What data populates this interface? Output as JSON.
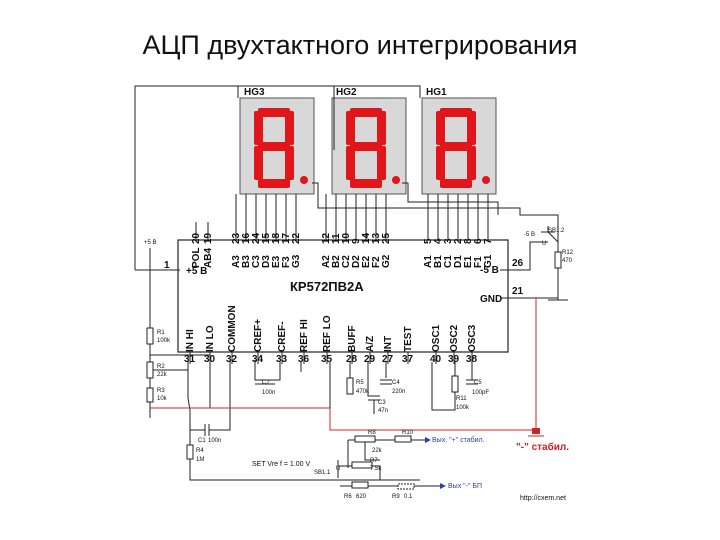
{
  "title": "АЦП двухтактного интегрирования",
  "displays": [
    {
      "label": "HG3",
      "pins": [
        "23",
        "16",
        "24",
        "15",
        "18",
        "17",
        "22"
      ],
      "signals": [
        "A3",
        "B3",
        "C3",
        "D3",
        "E3",
        "F3",
        "G3"
      ]
    },
    {
      "label": "HG2",
      "pins": [
        "12",
        "11",
        "10",
        "9",
        "14",
        "13",
        "25"
      ],
      "signals": [
        "A2",
        "B2",
        "C2",
        "D2",
        "E2",
        "F2",
        "G2"
      ]
    },
    {
      "label": "HG1",
      "pins": [
        "5",
        "4",
        "3",
        "2",
        "8",
        "6",
        "7"
      ],
      "signals": [
        "A1",
        "B1",
        "C1",
        "D1",
        "E1",
        "F1",
        "G1"
      ]
    }
  ],
  "chip": {
    "name": "КР572ПВ2А",
    "left_top_pins": [
      {
        "num": "20",
        "sig": "POL"
      },
      {
        "num": "19",
        "sig": "AB4"
      }
    ],
    "bottom_pins": [
      {
        "num": "31",
        "sig": "IN HI"
      },
      {
        "num": "30",
        "sig": "IN LO"
      },
      {
        "num": "32",
        "sig": "COMMON"
      },
      {
        "num": "34",
        "sig": "CREF+"
      },
      {
        "num": "33",
        "sig": "CREF-"
      },
      {
        "num": "36",
        "sig": "REF HI"
      },
      {
        "num": "35",
        "sig": "REF LO"
      },
      {
        "num": "28",
        "sig": "BUFF"
      },
      {
        "num": "29",
        "sig": "A/Z"
      },
      {
        "num": "27",
        "sig": "INT"
      },
      {
        "num": "37",
        "sig": "TEST"
      },
      {
        "num": "40",
        "sig": "OSC1"
      },
      {
        "num": "39",
        "sig": "OSC2"
      },
      {
        "num": "38",
        "sig": "OSC3"
      }
    ],
    "pin1": "1",
    "plus5": "+5 B",
    "pin26": "26",
    "minus5": "-5 B",
    "pin21": "21",
    "gnd": "GND"
  },
  "components": {
    "plus5_supply": "+5 B",
    "minus5_supply": "-5 B",
    "sb2": "SB1.2",
    "r12": "R12",
    "r12v": "470",
    "r1": "R1",
    "r1v": "100k",
    "r2": "R2",
    "r2v": "22k",
    "r3": "R3",
    "r3v": "10k",
    "c2": "C2",
    "c2v": "100n",
    "r5": "R5",
    "r5v": "470k",
    "c4": "C4",
    "c4v": "220n",
    "c3": "C3",
    "c3v": "47n",
    "r11": "R11",
    "r11v": "100k",
    "c5": "C5",
    "c5v": "100pF",
    "c1": "C1",
    "c1v": "100n",
    "r4": "R4",
    "r4v": "1M",
    "set_note": "SET  Vre f = 1.00 V",
    "sb1": "SB1.1",
    "r8": "R8",
    "r8v": "22k",
    "r10": "R10",
    "r7": "R7",
    "r7v": "7.5k",
    "r6": "R6",
    "r6v": "620",
    "r9": "R9",
    "r9v": "0.1",
    "u1": "U",
    "u2": "U"
  },
  "annotations": {
    "out_plus": "Вых. \"+\" стабил.",
    "out_minus": "Вых \"-\" БП",
    "minus_stab": "\"-\" стабил.",
    "url": "http://cxem.net"
  },
  "colors": {
    "segment": "#e0161b",
    "display_body": "#d8d8d8",
    "accent_red": "#d32020",
    "blue": "#2a3fb0"
  }
}
